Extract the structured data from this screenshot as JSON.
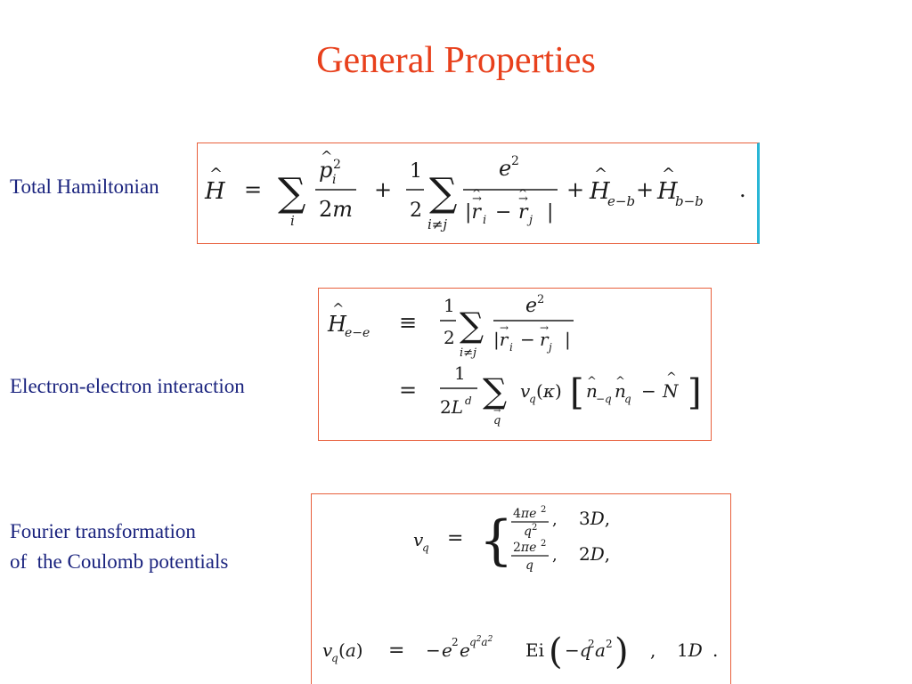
{
  "title": "General Properties",
  "sections": [
    {
      "label": "Total Hamiltonian",
      "equation": "Ĥ = Σ_i p̂_i²/2m + 1/2 Σ_{i≠j} e²/|r̂_i − r̂_j| + Ĥ_{e−b} + Ĥ_{b−b} ."
    },
    {
      "label": "Electron-electron interaction",
      "equation": "Ĥ_{e−e} ≡ 1/2 Σ_{i≠j} e²/|r̂_i − r̂_j| = 1/(2L^d) Σ_q v_q(κ) [n̂_{−q} n̂_q − N̂]"
    },
    {
      "label": "Fourier transformation\nof  the Coulomb potentials",
      "equation": "v_q = { 4πe²/q², 3D ; 2πe²/q, 2D } ; v_q(a) = −e² e^{q²a²} Ei(−q²a²) , 1D ."
    }
  ],
  "colors": {
    "title": "#e8401c",
    "label": "#1a237e",
    "box1_border": "#e8603c",
    "box1_accent": "#29b6d6",
    "box_border": "#e8603c"
  }
}
